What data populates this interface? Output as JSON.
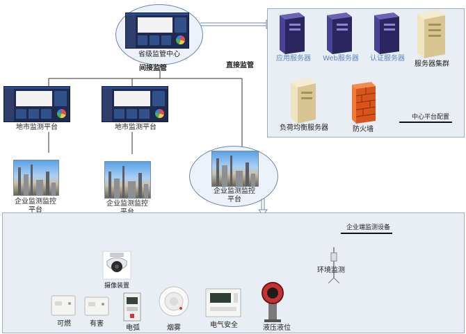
{
  "top": {
    "province_center": "省级监管中心",
    "indirect": "间接监管",
    "direct": "直接监管"
  },
  "city": {
    "left_label": "地市监测平台",
    "right_label": "地市监测平台"
  },
  "enterprise_platforms": {
    "left": "企业监测监控平台",
    "middle": "企业监测监控平台",
    "right": "企业监测监控平台"
  },
  "center_platform": {
    "title": "中心平台配置",
    "servers": [
      {
        "label": "应用服务器",
        "icon": "server-icon"
      },
      {
        "label": "Web服务器",
        "icon": "server-icon"
      },
      {
        "label": "认证服务器",
        "icon": "server-icon"
      },
      {
        "label": "服务器集群",
        "icon": "server-cluster-icon"
      },
      {
        "label": "负荷均衡服务器",
        "icon": "load-balancer-icon"
      },
      {
        "label": "防火墙",
        "icon": "firewall-icon"
      }
    ]
  },
  "enterprise_devices": {
    "title": "企业端监测设备",
    "items": [
      {
        "label": "摄像装置",
        "icon": "camera-icon"
      },
      {
        "label": "环境监测",
        "icon": "env-sensor-icon"
      },
      {
        "label": "可燃",
        "icon": "gas-detector-icon"
      },
      {
        "label": "有害",
        "icon": "toxic-detector-icon"
      },
      {
        "label": "电弧",
        "icon": "arc-detector-icon"
      },
      {
        "label": "烟雾",
        "icon": "smoke-detector-icon"
      },
      {
        "label": "电气安全",
        "icon": "electrical-safety-icon"
      },
      {
        "label": "液压液位",
        "icon": "level-gauge-icon"
      }
    ]
  },
  "colors": {
    "panel_bg": "#e9edf4",
    "dashed_line": "#f2b705",
    "server_purple": "#3a3470",
    "server_beige": "#e8dcb5",
    "firewall": "#e2672b"
  }
}
